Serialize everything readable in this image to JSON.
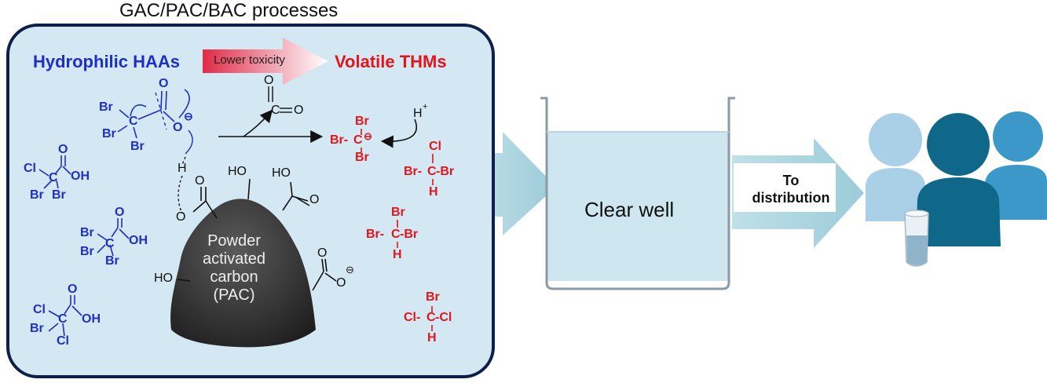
{
  "header": {
    "title": "GAC/PAC/BAC processes"
  },
  "panel": {
    "left_heading": "Hydrophilic HAAs",
    "arrow_label": "Lower toxicity",
    "right_heading": "Volatile THMs",
    "pac_label": [
      "Powder",
      "activated",
      "carbon",
      "(PAC)"
    ]
  },
  "chemistry": {
    "br": "Br",
    "cl": "Cl",
    "c": "C",
    "o": "O",
    "h": "H",
    "oh": "OH",
    "ho": "HO",
    "minus": "⊖",
    "hplus": "+",
    "cdash": "C-",
    "dashbr": "-Br",
    "dashcl": "-Cl",
    "brdash": "Br-",
    "cldash": "Cl-"
  },
  "clear_well": {
    "label": "Clear well"
  },
  "distribution": {
    "line1": "To",
    "line2": "distribution"
  },
  "colors": {
    "panel_bg": "#d4e8f3",
    "panel_border": "#0e1f4a",
    "haa_blue": "#1f2fc4",
    "thm_red": "#e3141b",
    "flow_arrow": "#a9d2de",
    "water": "#cde6f0",
    "people_light": "#a9d0e6",
    "people_dark": "#0f6789",
    "people_mid": "#3c98c8"
  },
  "icons": [
    "flow-arrow-icon",
    "beaker-icon",
    "people-icon",
    "water-glass-icon",
    "pac-particle-icon"
  ]
}
